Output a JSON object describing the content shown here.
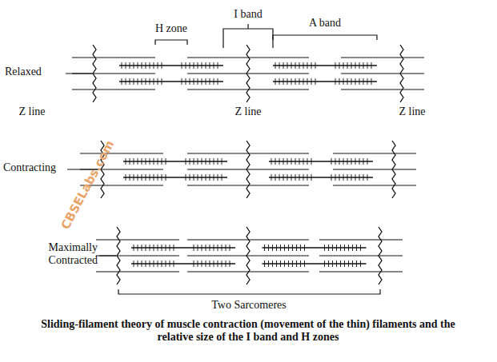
{
  "diagram": {
    "caption": "Sliding-filament theory of muscle contraction (movement of the thin) filaments and the relative size of the I band and H zones",
    "labels": [
      "H zone",
      "I band",
      "A band",
      "Relaxed",
      "Z line",
      "Z line",
      "Z line",
      "Contracting",
      "Maximally Contracted",
      "Two Sarcomeres",
      "CBSELabs.com"
    ]
  }
}
